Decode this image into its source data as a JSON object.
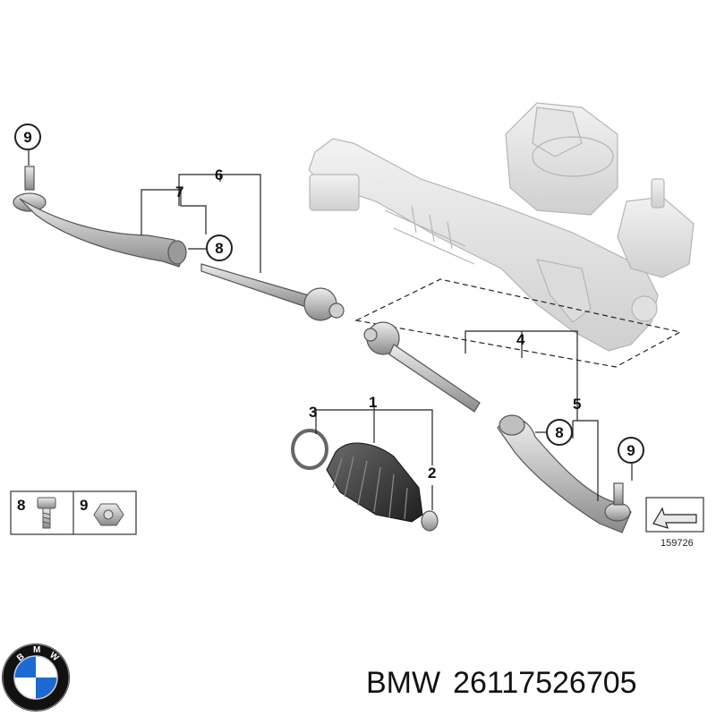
{
  "diagram": {
    "callouts": {
      "c1": "1",
      "c2": "2",
      "c3": "3",
      "c4": "4",
      "c5": "5",
      "c6": "6",
      "c7": "7",
      "circle_9_left": "9",
      "circle_8_left": "8",
      "circle_8_right": "8",
      "circle_9_right": "9"
    },
    "legend": {
      "item_8": "8",
      "item_9": "9"
    },
    "reference_number": "159726"
  },
  "caption": {
    "brand": "BMW",
    "part_number": "26117526705"
  },
  "logo": {
    "letters": "BMW",
    "colors": {
      "blue": "#1c69d4",
      "black": "#111111",
      "white": "#ffffff"
    }
  }
}
